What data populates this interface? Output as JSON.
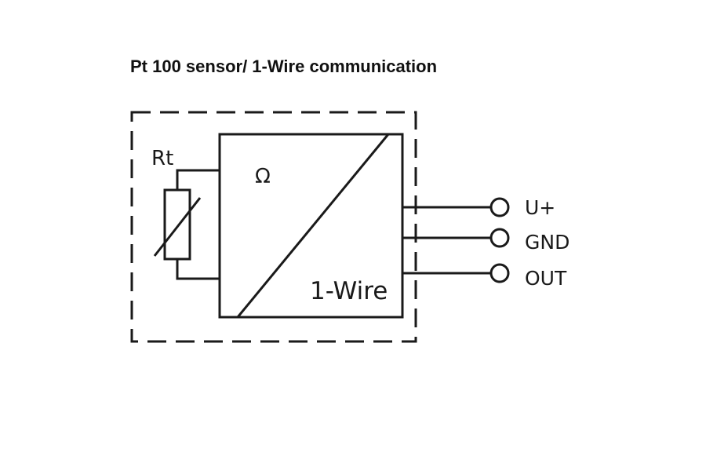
{
  "title": "Pt 100 sensor/ 1-Wire communication",
  "components": {
    "sensor_label": "Rt",
    "converter_input_symbol": "Ω",
    "converter_output_label": "1-Wire"
  },
  "terminals": [
    {
      "label": "U+"
    },
    {
      "label": "GND"
    },
    {
      "label": "OUT"
    }
  ]
}
